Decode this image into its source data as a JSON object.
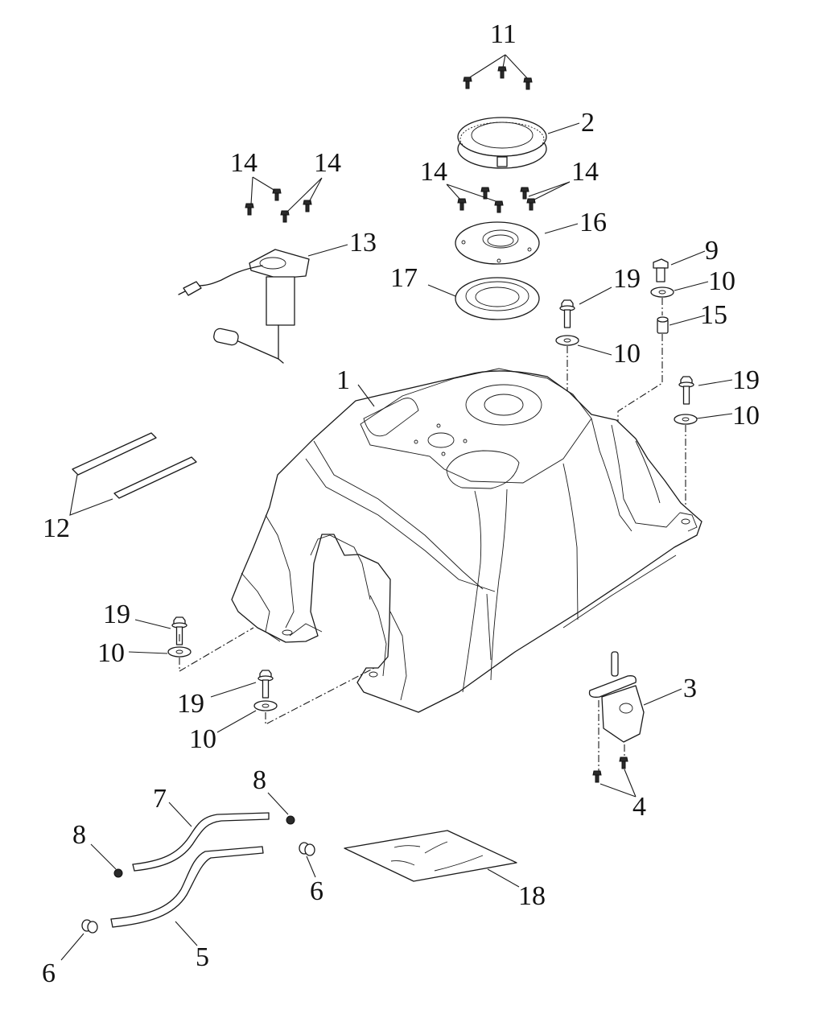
{
  "diagram": {
    "type": "exploded-parts-view",
    "callouts": {
      "c1": "1",
      "c2": "2",
      "c3": "3",
      "c4": "4",
      "c5": "5",
      "c6a": "6",
      "c6b": "6",
      "c7": "7",
      "c8a": "8",
      "c8b": "8",
      "c9": "9",
      "c10a": "10",
      "c10b": "10",
      "c10c": "10",
      "c10d": "10",
      "c10e": "10",
      "c11": "11",
      "c12": "12",
      "c13": "13",
      "c14a": "14",
      "c14b": "14",
      "c14c": "14",
      "c14d": "14",
      "c15": "15",
      "c16": "16",
      "c17": "17",
      "c18": "18",
      "c19a": "19",
      "c19b": "19",
      "c19c": "19",
      "c19d": "19"
    },
    "colors": {
      "line": "#1a1a1a",
      "background": "#ffffff"
    }
  }
}
